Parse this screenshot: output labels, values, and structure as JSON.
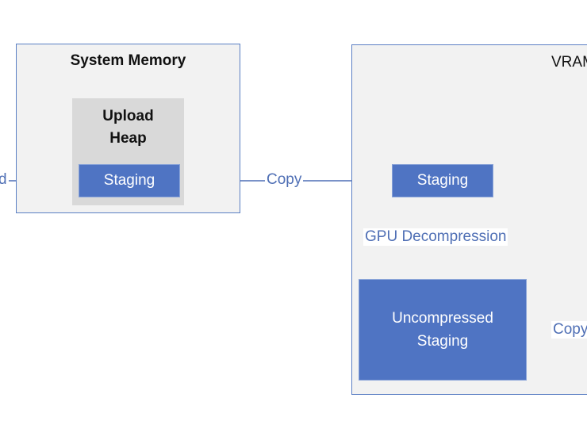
{
  "system_memory": {
    "title": "System Memory",
    "upload_heap_label": "Upload\nHeap",
    "staging_label": "Staging"
  },
  "vram": {
    "title_partial": "VRAM",
    "staging_label": "Staging",
    "uncompressed_staging_label": "Uncompressed\nStaging"
  },
  "edges": {
    "left_partial_label": "d",
    "copy_label": "Copy",
    "gpu_decompression_label": "GPU Decompression",
    "right_copy_partial_label": "Copy"
  },
  "colors": {
    "accent_blue": "#4f74c3",
    "line_blue": "#4f6fb5",
    "container_fill": "#f2f2f2",
    "heap_fill": "#d9d9d9"
  }
}
